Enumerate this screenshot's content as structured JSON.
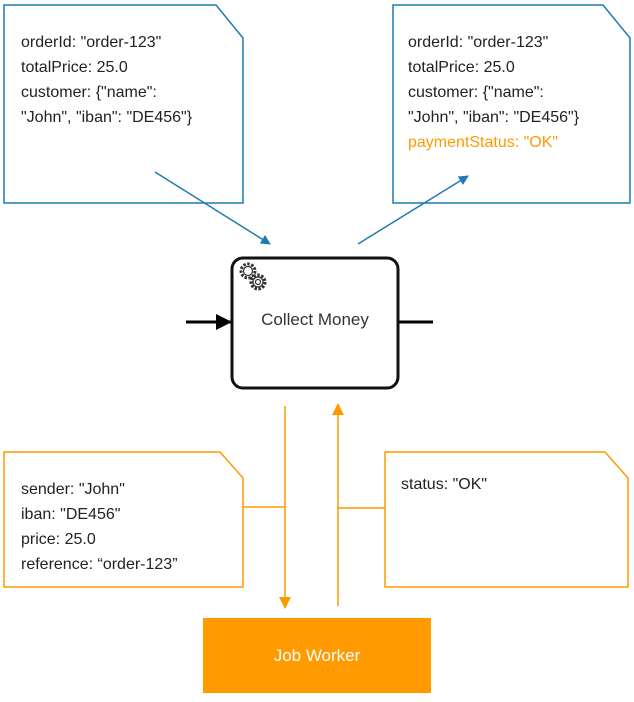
{
  "colors": {
    "input_mapping": "#1f7ab0",
    "job_mapping": "#ff9900",
    "job_worker": "#ff9a00"
  },
  "input_variables": {
    "lines": [
      "orderId: \"order-123\"",
      "totalPrice: 25.0",
      "customer: {\"name\":",
      "\"John\", \"iban\": \"DE456\"}"
    ]
  },
  "output_variables": {
    "lines": [
      "orderId: \"order-123\"",
      "totalPrice: 25.0",
      "customer: {\"name\":",
      "\"John\", \"iban\": \"DE456\"}"
    ],
    "added_line": "paymentStatus: \"OK\""
  },
  "task": {
    "label": "Collect Money",
    "icon": "gear-icon"
  },
  "job_variables": {
    "lines": [
      "sender: \"John\"",
      "iban: \"DE456\"",
      "price: 25.0",
      "reference: “order-123”"
    ]
  },
  "job_result": {
    "lines": [
      "status: \"OK\""
    ]
  },
  "job_worker": {
    "label": "Job Worker"
  }
}
